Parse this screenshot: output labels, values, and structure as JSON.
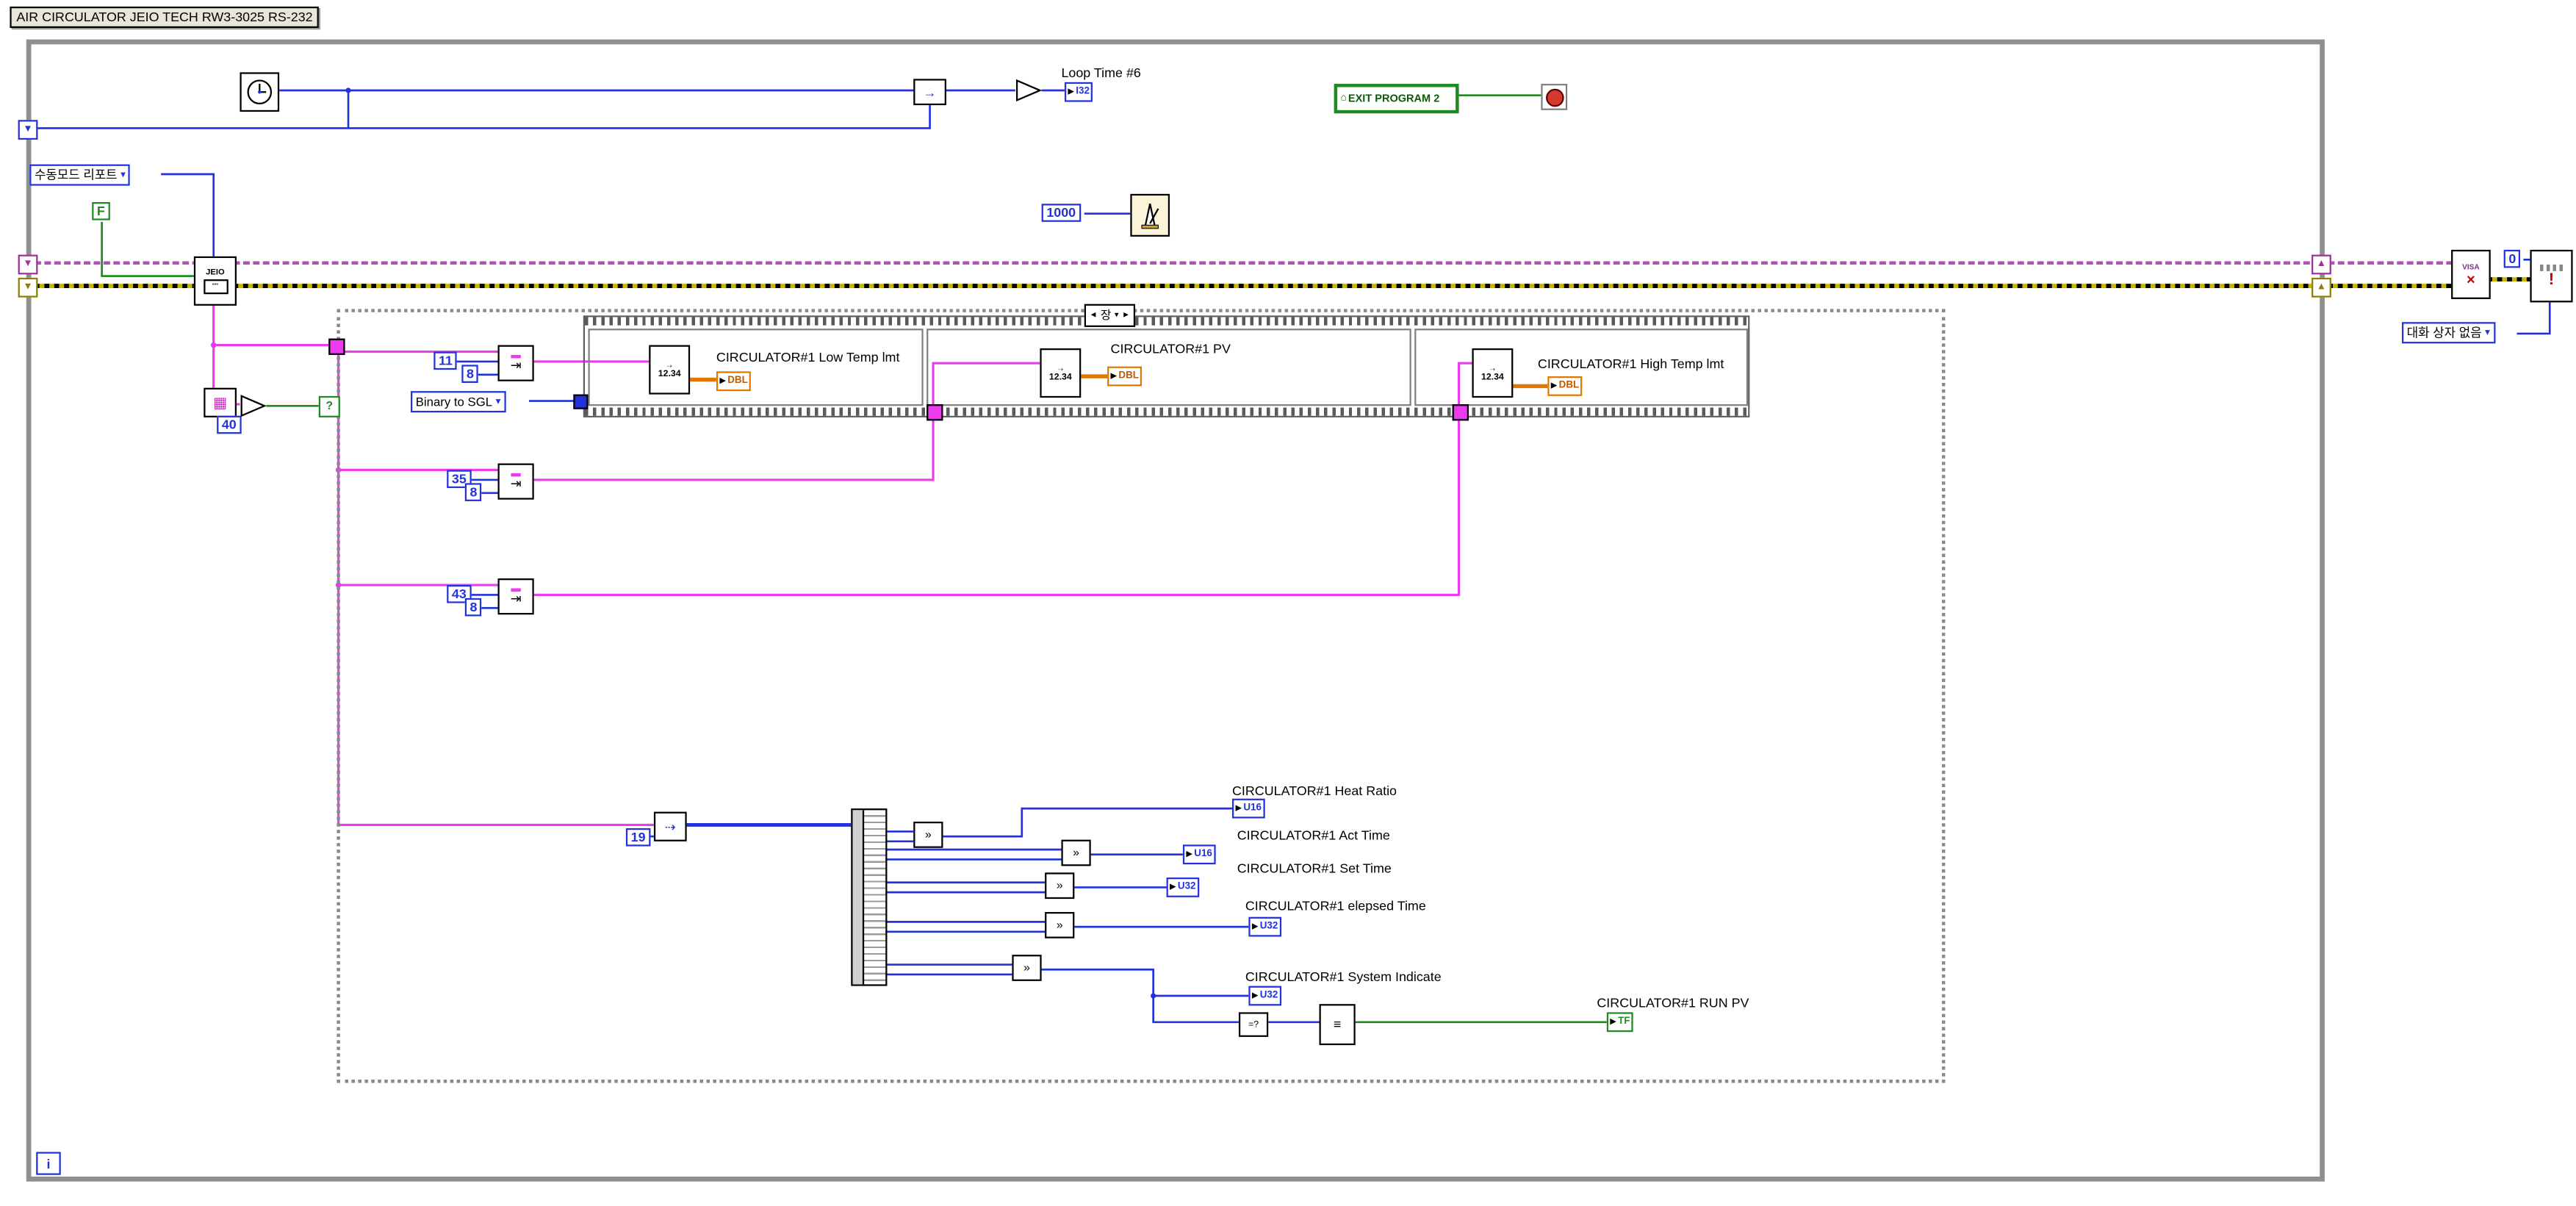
{
  "window": {
    "title_label": "AIR CIRCULATOR JEIO TECH RW3-3025 RS-232"
  },
  "colors": {
    "string_wire": "#EC3BEC",
    "numeric_wire": "#2233DD",
    "boolean_wire": "#1F8A1F",
    "error_wire_base": "#C9B400",
    "visa_wire": "#B44FB8",
    "dbl_orange": "#E07800",
    "structure_gray": "#8F8F8F",
    "stop_red": "#D43B2E"
  },
  "timing": {
    "loop_time_label": "Loop Time #6",
    "loop_time_type": "I32",
    "wait_ms_value": "1000"
  },
  "exit": {
    "label": "EXIT PROGRAM 2"
  },
  "comm": {
    "mode_ring": "수동모드 리포트",
    "false_const": "F",
    "driver_label": "JEIO",
    "length_const": "40",
    "binary_ring": "Binary to SGL"
  },
  "parse": {
    "rows": [
      {
        "offset": "11",
        "length": "8"
      },
      {
        "offset": "35",
        "length": "8"
      },
      {
        "offset": "43",
        "length": "8"
      }
    ],
    "byte_offset": "19"
  },
  "sequence": {
    "selector": "장",
    "frames": [
      {
        "label": "CIRCULATOR#1 Low Temp lmt",
        "type": "DBL",
        "icon": "12.34"
      },
      {
        "label": "CIRCULATOR#1 PV",
        "type": "DBL",
        "icon": "12.34"
      },
      {
        "label": "CIRCULATOR#1 High Temp lmt",
        "type": "DBL",
        "icon": "12.34"
      }
    ]
  },
  "outputs": [
    {
      "label": "CIRCULATOR#1 Heat Ratio",
      "type": "U16"
    },
    {
      "label": "CIRCULATOR#1 Act Time",
      "type": "U16"
    },
    {
      "label": "CIRCULATOR#1 Set Time",
      "type": "U32"
    },
    {
      "label": "CIRCULATOR#1 elepsed Time",
      "type": "U32"
    },
    {
      "label": "CIRCULATOR#1 System Indicate",
      "type": "U32"
    },
    {
      "label": "CIRCULATOR#1 RUN PV",
      "type": "TF"
    }
  ],
  "right_rail": {
    "zero_const": "0",
    "dialog_ring": "대화 상자 없음"
  },
  "loop": {
    "iteration": "i"
  },
  "icons": {
    "ring_caret": "▾",
    "selector_left": "◄",
    "selector_right": "►",
    "indicator_arrow": "▶",
    "subtract_glyph": "→",
    "join_glyph": "»",
    "compare_glyph": "=?",
    "select_glyph": "≡",
    "reader_glyph": "▦",
    "subset_glyph": "⇥",
    "bytes_glyph": "⇢",
    "home_glyph": "⌂",
    "question_glyph": "?",
    "sr_down": "▼",
    "sr_up": "▲",
    "port_glyph": "▪▪▪",
    "visa_x_glyph": "×",
    "error_bang_glyph": "!"
  }
}
